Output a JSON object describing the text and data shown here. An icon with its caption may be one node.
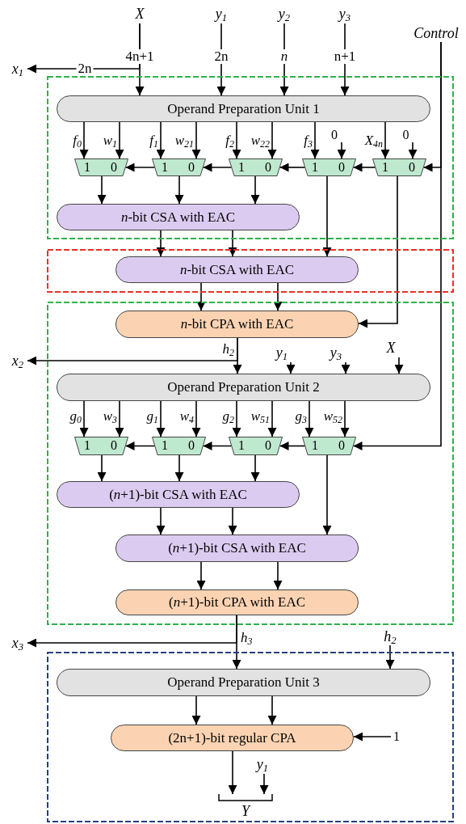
{
  "diagram": {
    "nodes": [
      {
        "text": [
          "X"
        ]
      },
      {
        "text": [
          "y$_{1}$"
        ]
      },
      {
        "text": [
          "y$_{2}$"
        ]
      },
      {
        "text": [
          "y$_{3}$"
        ]
      },
      {
        "text": [
          "Control"
        ]
      },
      {
        "text": [
          "x$_{1}$"
        ]
      },
      {
        "text": [],
        "shape": "box"
      },
      {
        "text": [
          "Operand Preparation Unit 1"
        ],
        "in": 6
      },
      {
        "text": [
          "0"
        ],
        "in": 6
      },
      {
        "text": [
          "0"
        ],
        "in": 6
      },
      {
        "text": [
          "1",
          "0"
        ],
        "in": 6
      },
      {
        "text": [
          "1",
          "0"
        ],
        "in": 6
      },
      {
        "text": [
          "1",
          "0"
        ],
        "in": 6
      },
      {
        "text": [
          "1",
          "0"
        ],
        "in": 6
      },
      {
        "text": [
          "1",
          "0"
        ],
        "in": 6
      },
      {
        "text": [
          "*n*-bit CSA with EAC"
        ],
        "in": 6
      },
      {
        "text": [],
        "shape": "box"
      },
      {
        "text": [
          "*n*-bit CSA with EAC"
        ],
        "in": 16
      },
      {
        "text": [],
        "shape": "box"
      },
      {
        "text": [
          "*n*-bit CPA with EAC"
        ],
        "in": 18
      },
      {
        "text": [
          "x$_{2}$"
        ]
      },
      {
        "text": [
          "y$_{1}$"
        ],
        "in": 18
      },
      {
        "text": [
          "y$_{3}$"
        ],
        "in": 18
      },
      {
        "text": [
          "X"
        ],
        "in": 18
      },
      {
        "text": [
          "Operand Preparation Unit 2"
        ],
        "in": 18
      },
      {
        "text": [
          "1",
          "0"
        ],
        "in": 18
      },
      {
        "text": [
          "1",
          "0"
        ],
        "in": 18
      },
      {
        "text": [
          "1",
          "0"
        ],
        "in": 18
      },
      {
        "text": [
          "1",
          "0"
        ],
        "in": 18
      },
      {
        "text": [
          "(*n*+1)-bit CSA with EAC"
        ],
        "in": 18
      },
      {
        "text": [
          "(*n*+1)-bit CSA with EAC"
        ],
        "in": 18
      },
      {
        "text": [
          "(*n*+1)-bit CPA with EAC"
        ],
        "in": 18
      },
      {
        "text": [
          "x$_{3}$"
        ]
      },
      {
        "text": [
          "h$_{2}$"
        ]
      },
      {
        "text": [],
        "shape": "box"
      },
      {
        "text": [
          "Operand Preparation Unit 3"
        ],
        "in": 34
      },
      {
        "text": [
          "1"
        ],
        "in": 34
      },
      {
        "text": [
          "(2n+1)-bit regular CPA"
        ],
        "in": 34
      },
      {
        "text": [
          "y$_{1}$"
        ],
        "in": 34
      },
      {
        "text": [
          "Y"
        ],
        "in": 34
      }
    ],
    "edges": [
      {
        "from": 0,
        "to": 7,
        "arrow": "to",
        "label": "4n+1"
      },
      {
        "from": 0,
        "to": 5,
        "arrow": "to",
        "label": "2n"
      },
      {
        "from": 1,
        "to": 7,
        "arrow": "to",
        "label": "2n"
      },
      {
        "from": 2,
        "to": 7,
        "arrow": "to",
        "label": "n"
      },
      {
        "from": 3,
        "to": 7,
        "arrow": "to",
        "label": "n+1"
      },
      {
        "from": 4,
        "to": 14,
        "arrow": "to"
      },
      {
        "from": 4,
        "to": 28,
        "arrow": "to"
      },
      {
        "from": 7,
        "to": 10,
        "arrow": "to",
        "label": "f$_{0}$"
      },
      {
        "from": 7,
        "to": 10,
        "arrow": "to",
        "label": "w$_{1}$"
      },
      {
        "from": 7,
        "to": 11,
        "arrow": "to",
        "label": "f$_{1}$"
      },
      {
        "from": 7,
        "to": 11,
        "arrow": "to",
        "label": "w$_{21}$"
      },
      {
        "from": 7,
        "to": 12,
        "arrow": "to",
        "label": "f$_{2}$"
      },
      {
        "from": 7,
        "to": 12,
        "arrow": "to",
        "label": "w$_{22}$"
      },
      {
        "from": 7,
        "to": 13,
        "arrow": "to",
        "label": "f$_{3}$"
      },
      {
        "from": 8,
        "to": 13,
        "arrow": "to"
      },
      {
        "from": 7,
        "to": 14,
        "arrow": "to",
        "label": "X$_{4n}$"
      },
      {
        "from": 9,
        "to": 14,
        "arrow": "to"
      },
      {
        "from": 14,
        "to": 13,
        "arrow": "to"
      },
      {
        "from": 13,
        "to": 12,
        "arrow": "to"
      },
      {
        "from": 12,
        "to": 11,
        "arrow": "to"
      },
      {
        "from": 11,
        "to": 10,
        "arrow": "to"
      },
      {
        "from": 10,
        "to": 15,
        "arrow": "to"
      },
      {
        "from": 11,
        "to": 15,
        "arrow": "to"
      },
      {
        "from": 12,
        "to": 15,
        "arrow": "to"
      },
      {
        "from": 13,
        "to": 17,
        "arrow": "to"
      },
      {
        "from": 14,
        "to": 19,
        "arrow": "to"
      },
      {
        "from": 15,
        "to": 17,
        "arrow": "to"
      },
      {
        "from": 15,
        "to": 17,
        "arrow": "to"
      },
      {
        "from": 17,
        "to": 19,
        "arrow": "to"
      },
      {
        "from": 17,
        "to": 19,
        "arrow": "to"
      },
      {
        "from": 19,
        "to": 24,
        "arrow": "to",
        "label": "h$_{2}$"
      },
      {
        "from": 19,
        "to": 20,
        "arrow": "to"
      },
      {
        "from": 21,
        "to": 24,
        "arrow": "to"
      },
      {
        "from": 22,
        "to": 24,
        "arrow": "to"
      },
      {
        "from": 23,
        "to": 24,
        "arrow": "to"
      },
      {
        "from": 24,
        "to": 25,
        "arrow": "to",
        "label": "g$_{0}$"
      },
      {
        "from": 24,
        "to": 25,
        "arrow": "to",
        "label": "w$_{3}$"
      },
      {
        "from": 24,
        "to": 26,
        "arrow": "to",
        "label": "g$_{1}$"
      },
      {
        "from": 24,
        "to": 26,
        "arrow": "to",
        "label": "w$_{4}$"
      },
      {
        "from": 24,
        "to": 27,
        "arrow": "to",
        "label": "g$_{2}$"
      },
      {
        "from": 24,
        "to": 27,
        "arrow": "to",
        "label": "w$_{51}$"
      },
      {
        "from": 24,
        "to": 28,
        "arrow": "to",
        "label": "g$_{3}$"
      },
      {
        "from": 24,
        "to": 28,
        "arrow": "to",
        "label": "w$_{52}$"
      },
      {
        "from": 28,
        "to": 27,
        "arrow": "to"
      },
      {
        "from": 27,
        "to": 26,
        "arrow": "to"
      },
      {
        "from": 26,
        "to": 25,
        "arrow": "to"
      },
      {
        "from": 25,
        "to": 29,
        "arrow": "to"
      },
      {
        "from": 26,
        "to": 29,
        "arrow": "to"
      },
      {
        "from": 27,
        "to": 29,
        "arrow": "to"
      },
      {
        "from": 28,
        "to": 30,
        "arrow": "to"
      },
      {
        "from": 29,
        "to": 30,
        "arrow": "to"
      },
      {
        "from": 29,
        "to": 30,
        "arrow": "to"
      },
      {
        "from": 30,
        "to": 31,
        "arrow": "to"
      },
      {
        "from": 30,
        "to": 31,
        "arrow": "to"
      },
      {
        "from": 31,
        "to": 35,
        "arrow": "to",
        "label": "h$_{3}$"
      },
      {
        "from": 31,
        "to": 32,
        "arrow": "to"
      },
      {
        "from": 33,
        "to": 35,
        "arrow": "to"
      },
      {
        "from": 35,
        "to": 37,
        "arrow": "to"
      },
      {
        "from": 35,
        "to": 37,
        "arrow": "to"
      },
      {
        "from": 36,
        "to": 37,
        "arrow": "to"
      },
      {
        "from": 37,
        "to": 39,
        "arrow": "to"
      },
      {
        "from": 38,
        "to": 39,
        "arrow": "to"
      }
    ]
  }
}
